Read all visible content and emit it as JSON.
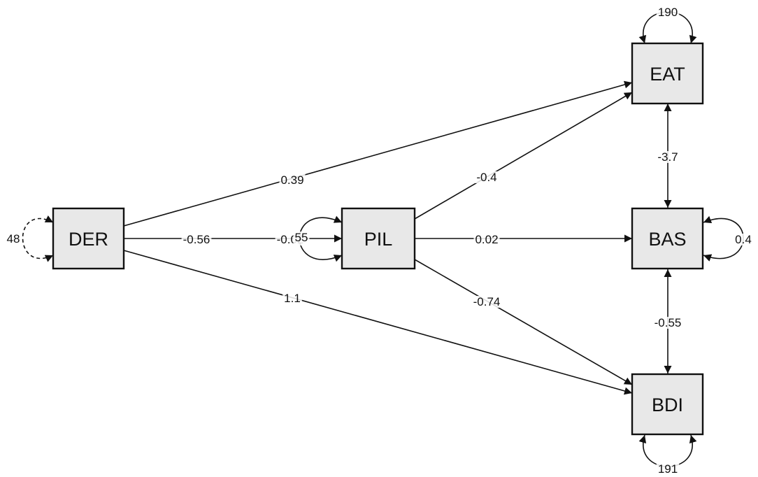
{
  "nodes": {
    "der": "DER",
    "pil": "PIL",
    "eat": "EAT",
    "bas": "BAS",
    "bdi": "BDI"
  },
  "paths": {
    "der_to_eat": "0.39",
    "der_to_pil": "-0.56",
    "der_to_bdi": "1.1",
    "pil_to_eat": "-0.4",
    "pil_to_bas": "0.02",
    "pil_to_bdi": "-0.74",
    "eat_bas": "-3.7",
    "bas_bdi": "-0.55"
  },
  "variances": {
    "der": "48",
    "pil_a": "-0.02",
    "pil_b": "55",
    "eat": "190",
    "bas": "0.4",
    "bdi": "191"
  }
}
